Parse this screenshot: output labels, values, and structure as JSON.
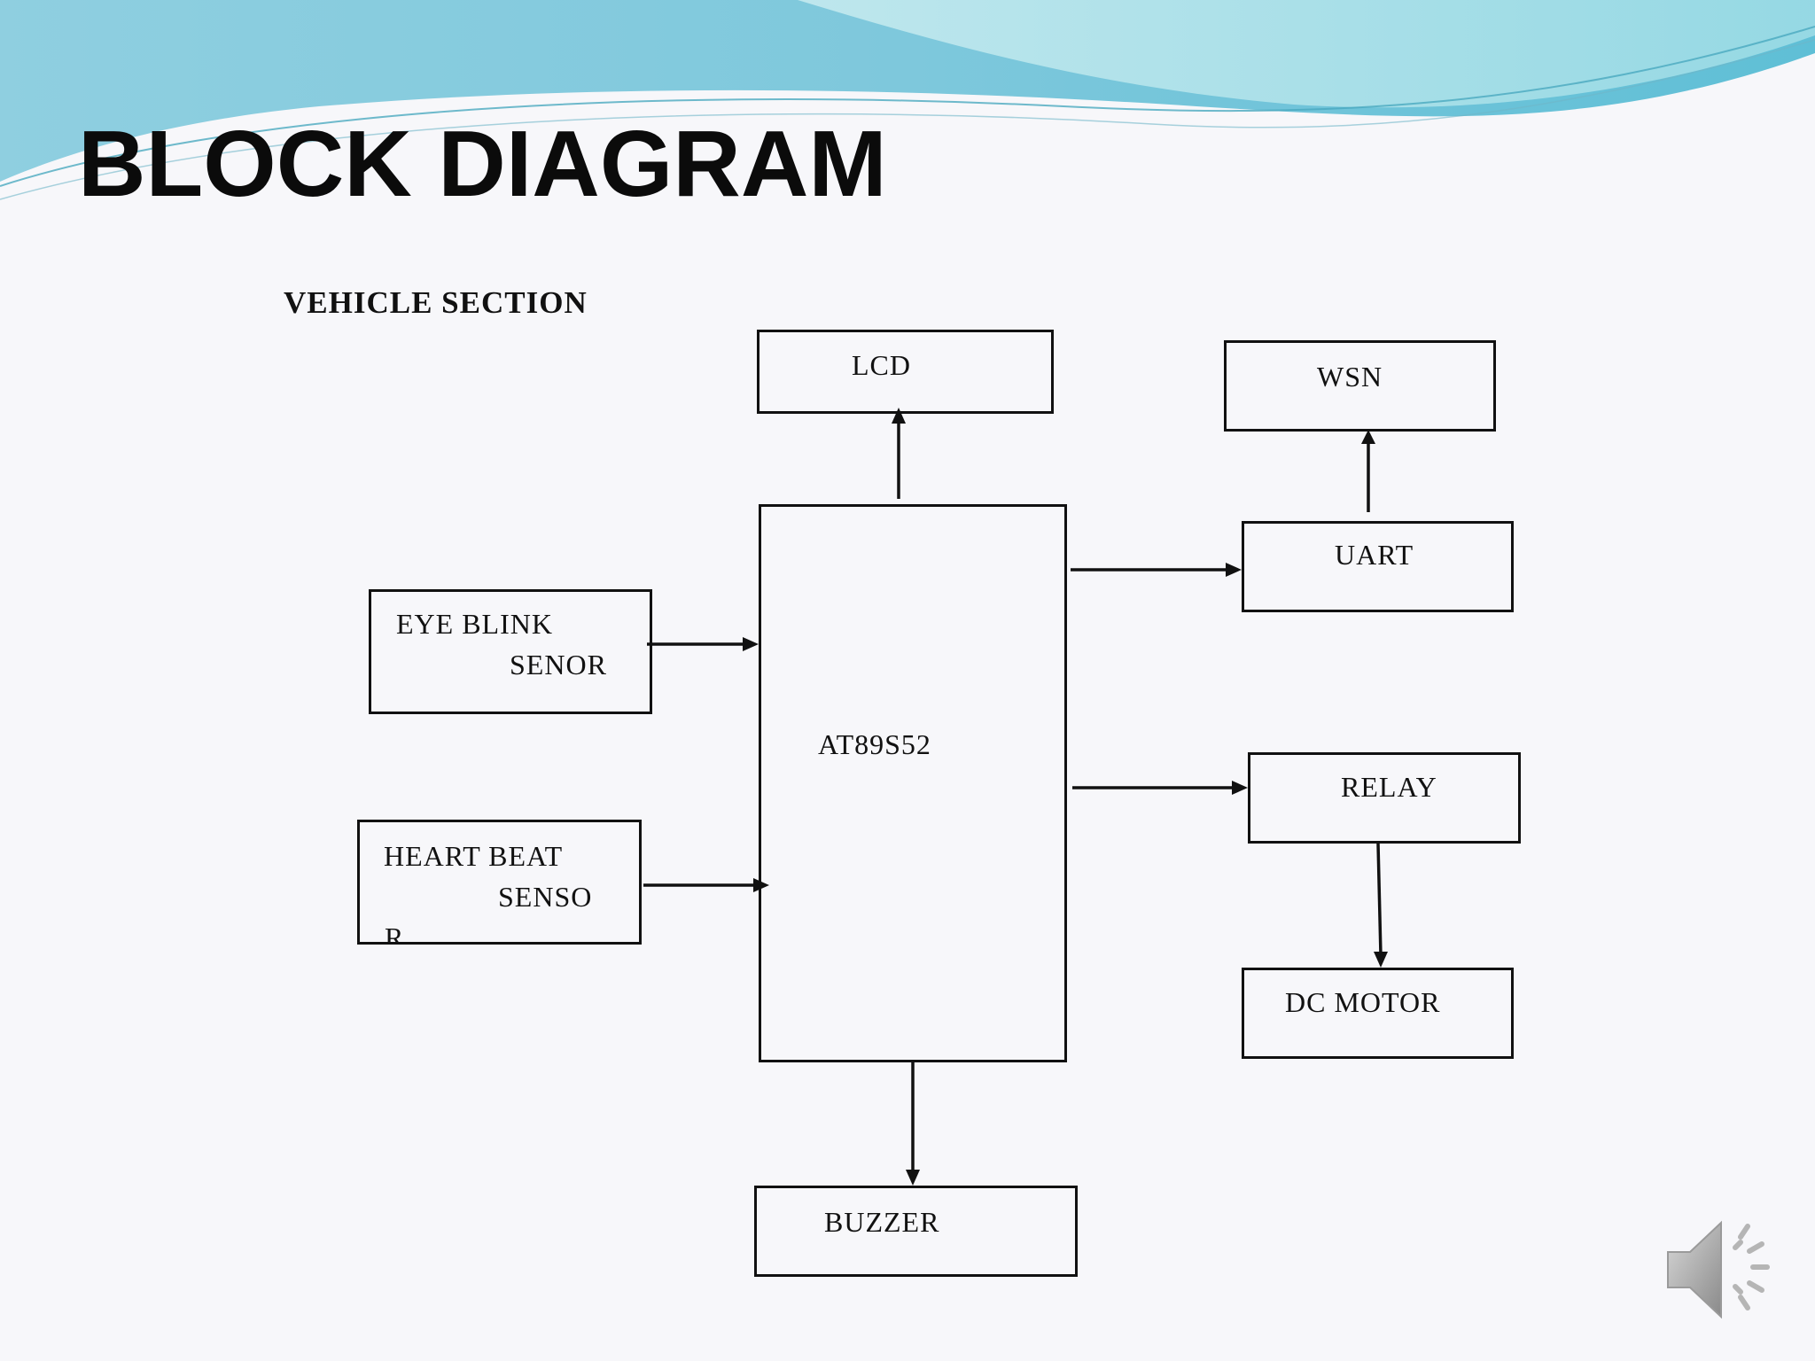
{
  "slide": {
    "title": "BLOCK DIAGRAM",
    "section_label": "VEHICLE SECTION"
  },
  "blocks": {
    "lcd": "LCD",
    "wsn": "WSN",
    "uart": "UART",
    "eye_blink_line1": "EYE BLINK",
    "eye_blink_line2": "SENOR",
    "microcontroller": "AT89S52",
    "relay": "RELAY",
    "heart_beat_line1": "HEART BEAT",
    "heart_beat_line2": "SENSO",
    "heart_beat_line3": "R",
    "dc_motor": "DC MOTOR",
    "buzzer": "BUZZER"
  },
  "icons": {
    "audio": "speaker-icon"
  },
  "colors": {
    "background": "#f7f7fa",
    "wave_dark": "#79c3da",
    "wave_light": "#a8dfe8",
    "ink": "#111111"
  }
}
